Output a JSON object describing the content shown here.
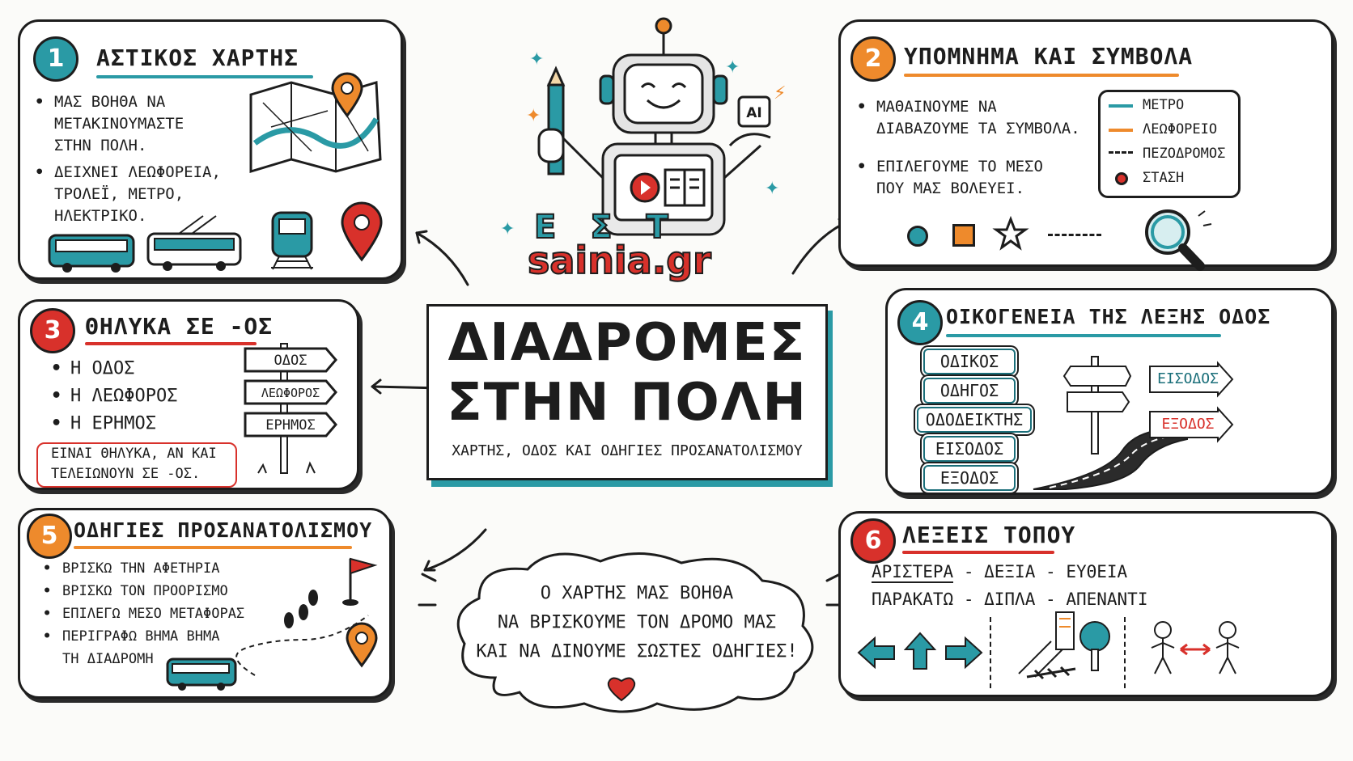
{
  "colors": {
    "teal": "#2a9aa5",
    "orange": "#ee8a2c",
    "red": "#d8312b",
    "ink": "#1d1d1d"
  },
  "logo": {
    "badge": "AI",
    "letters": "Ε Σ Τ",
    "site": "sainia.gr"
  },
  "center": {
    "title_line1": "ΔΙΑΔΡΟΜΕΣ",
    "title_line2": "ΣΤΗΝ ΠΟΛΗ",
    "subtitle": "ΧΑΡΤΗΣ, ΟΔΟΣ ΚΑΙ ΟΔΗΓΙΕΣ ΠΡΟΣΑΝΑΤΟΛΙΣΜΟΥ"
  },
  "p1": {
    "num": "1",
    "title": "ΑΣΤΙΚΟΣ ΧΑΡΤΗΣ",
    "b1": [
      "ΜΑΣ ΒΟΗΘΑ ΝΑ",
      "ΜΕΤΑΚΙΝΟΥΜΑΣΤΕ",
      "ΣΤΗΝ ΠΟΛΗ."
    ],
    "b2": [
      "ΔΕΙΧΝΕΙ ΛΕΩΦΟΡΕΙΑ,",
      "ΤΡΟΛΕΪ, ΜΕΤΡΟ,",
      "ΗΛΕΚΤΡΙΚΟ."
    ]
  },
  "p2": {
    "num": "2",
    "title": "ΥΠΟΜΝΗΜΑ ΚΑΙ ΣΥΜΒΟΛΑ",
    "b1": [
      "ΜΑΘΑΙΝΟΥΜΕ ΝΑ",
      "ΔΙΑΒΑΖΟΥΜΕ ΤΑ ΣΥΜΒΟΛΑ."
    ],
    "b2": [
      "ΕΠΙΛΕΓΟΥΜΕ ΤΟ ΜΕΣΟ",
      "ΠΟΥ ΜΑΣ ΒΟΛΕΥΕΙ."
    ],
    "legend": [
      "ΜΕΤΡΟ",
      "ΛΕΩΦΟΡΕΙΟ",
      "ΠΕΖΟΔΡΟΜΟΣ",
      "ΣΤΑΣΗ"
    ]
  },
  "p3": {
    "num": "3",
    "title": "ΘΗΛΥΚΑ ΣΕ -ΟΣ",
    "items": [
      "Η ΟΔΟΣ",
      "Η ΛΕΩΦΟΡΟΣ",
      "Η ΕΡΗΜΟΣ"
    ],
    "note": [
      "ΕΙΝΑΙ ΘΗΛΥΚΑ, ΑΝ ΚΑΙ",
      "ΤΕΛΕΙΩΝΟΥΝ ΣΕ -ΟΣ."
    ],
    "signs": [
      "ΟΔΟΣ",
      "ΛΕΩΦΟΡΟΣ",
      "ΕΡΗΜΟΣ"
    ]
  },
  "p4": {
    "num": "4",
    "title": "ΟΙΚΟΓΕΝΕΙΑ ΤΗΣ ΛΕΞΗΣ ΟΔΟΣ",
    "words": [
      "ΟΔΙΚΟΣ",
      "ΟΔΗΓΟΣ",
      "ΟΔΟΔΕΙΚΤΗΣ",
      "ΕΙΣΟΔΟΣ",
      "ΕΞΟΔΟΣ"
    ],
    "entry": "ΕΙΣΟΔΟΣ",
    "exit": "ΕΞΟΔΟΣ"
  },
  "p5": {
    "num": "5",
    "title": "ΟΔΗΓΙΕΣ ΠΡΟΣΑΝΑΤΟΛΙΣΜΟΥ",
    "items": [
      "ΒΡΙΣΚΩ ΤΗΝ ΑΦΕΤΗΡΙΑ",
      "ΒΡΙΣΚΩ ΤΟΝ ΠΡΟΟΡΙΣΜΟ",
      "ΕΠΙΛΕΓΩ ΜΕΣΟ ΜΕΤΑΦΟΡΑΣ",
      "ΠΕΡΙΓΡΑΦΩ ΒΗΜΑ ΒΗΜΑ"
    ],
    "item4b": "ΤΗ ΔΙΑΔΡΟΜΗ"
  },
  "cloud": {
    "lines": [
      "Ο ΧΑΡΤΗΣ ΜΑΣ ΒΟΗΘΑ",
      "ΝΑ ΒΡΙΣΚΟΥΜΕ ΤΟΝ ΔΡΟΜΟ ΜΑΣ",
      "ΚΑΙ ΝΑ ΔΙΝΟΥΜΕ ΣΩΣΤΕΣ ΟΔΗΓΙΕΣ!"
    ]
  },
  "p6": {
    "num": "6",
    "title": "ΛΕΞΕΙΣ ΤΟΠΟΥ",
    "line1": [
      "ΑΡΙΣΤΕΡΑ",
      "ΔΕΞΙΑ",
      "ΕΥΘΕΙΑ"
    ],
    "line2": [
      "ΠΑΡΑΚΑΤΩ",
      "ΔΙΠΛΑ",
      "ΑΠΕΝΑΝΤΙ"
    ],
    "sep": "-"
  },
  "icons": [
    "map-icon",
    "location-pin-icon",
    "bus-icon",
    "trolley-icon",
    "metro-train-icon",
    "magnifier-icon",
    "signpost-icon",
    "road-icon",
    "flag-icon",
    "footprints-icon",
    "arrow-left-icon",
    "arrow-up-icon",
    "arrow-right-icon",
    "building-icon",
    "tree-icon",
    "person-icon",
    "heart-icon",
    "robot-icon",
    "pencil-icon",
    "star-icon"
  ]
}
